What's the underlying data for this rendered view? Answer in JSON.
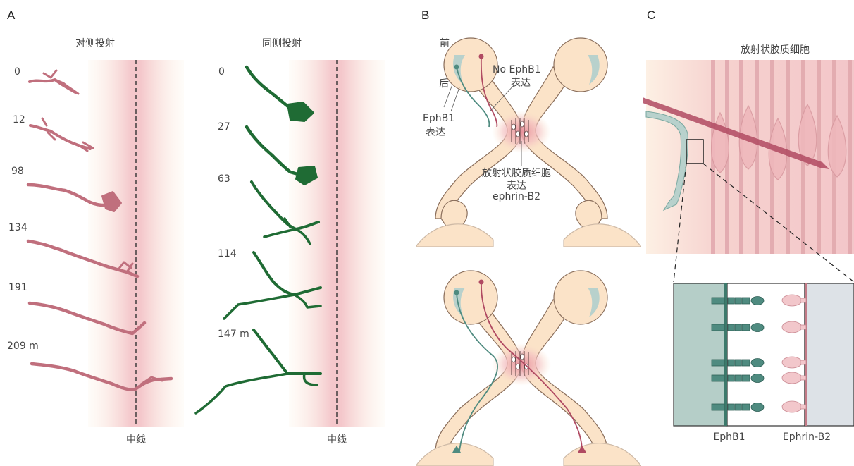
{
  "panels": {
    "a": {
      "letter": "A",
      "contralateral_title": "对侧投射",
      "ipsilateral_title": "同侧投射",
      "contralateral_times": [
        "0",
        "12",
        "98",
        "134",
        "191",
        "209 m"
      ],
      "ipsilateral_times": [
        "0",
        "27",
        "63",
        "114",
        "147 m"
      ],
      "midline_label_left": "中线",
      "midline_label_right": "中线"
    },
    "b": {
      "letter": "B",
      "anterior": "前",
      "posterior": "后",
      "no_ephb1_line1": "No  EphB1",
      "no_ephb1_line2": "表达",
      "ephb1_line1": "EphB1",
      "ephb1_line2": "表达",
      "glia_line1": "放射状胶质细胞",
      "glia_line2": "表达",
      "glia_line3": "ephrin-B2"
    },
    "c": {
      "letter": "C",
      "title": "放射状胶质细胞",
      "ephb1_label": "EphB1",
      "ephrinb2_label": "Ephrin-B2"
    }
  },
  "colors": {
    "contralateral_axon": "#c06f7d",
    "ipsilateral_axon": "#1f6b34",
    "midline_glow": "#f3c9cc",
    "tissue": "#fbe3c8",
    "ephb1_teal": "#4f8b80",
    "ephrin_pink": "#f2c7cb"
  }
}
